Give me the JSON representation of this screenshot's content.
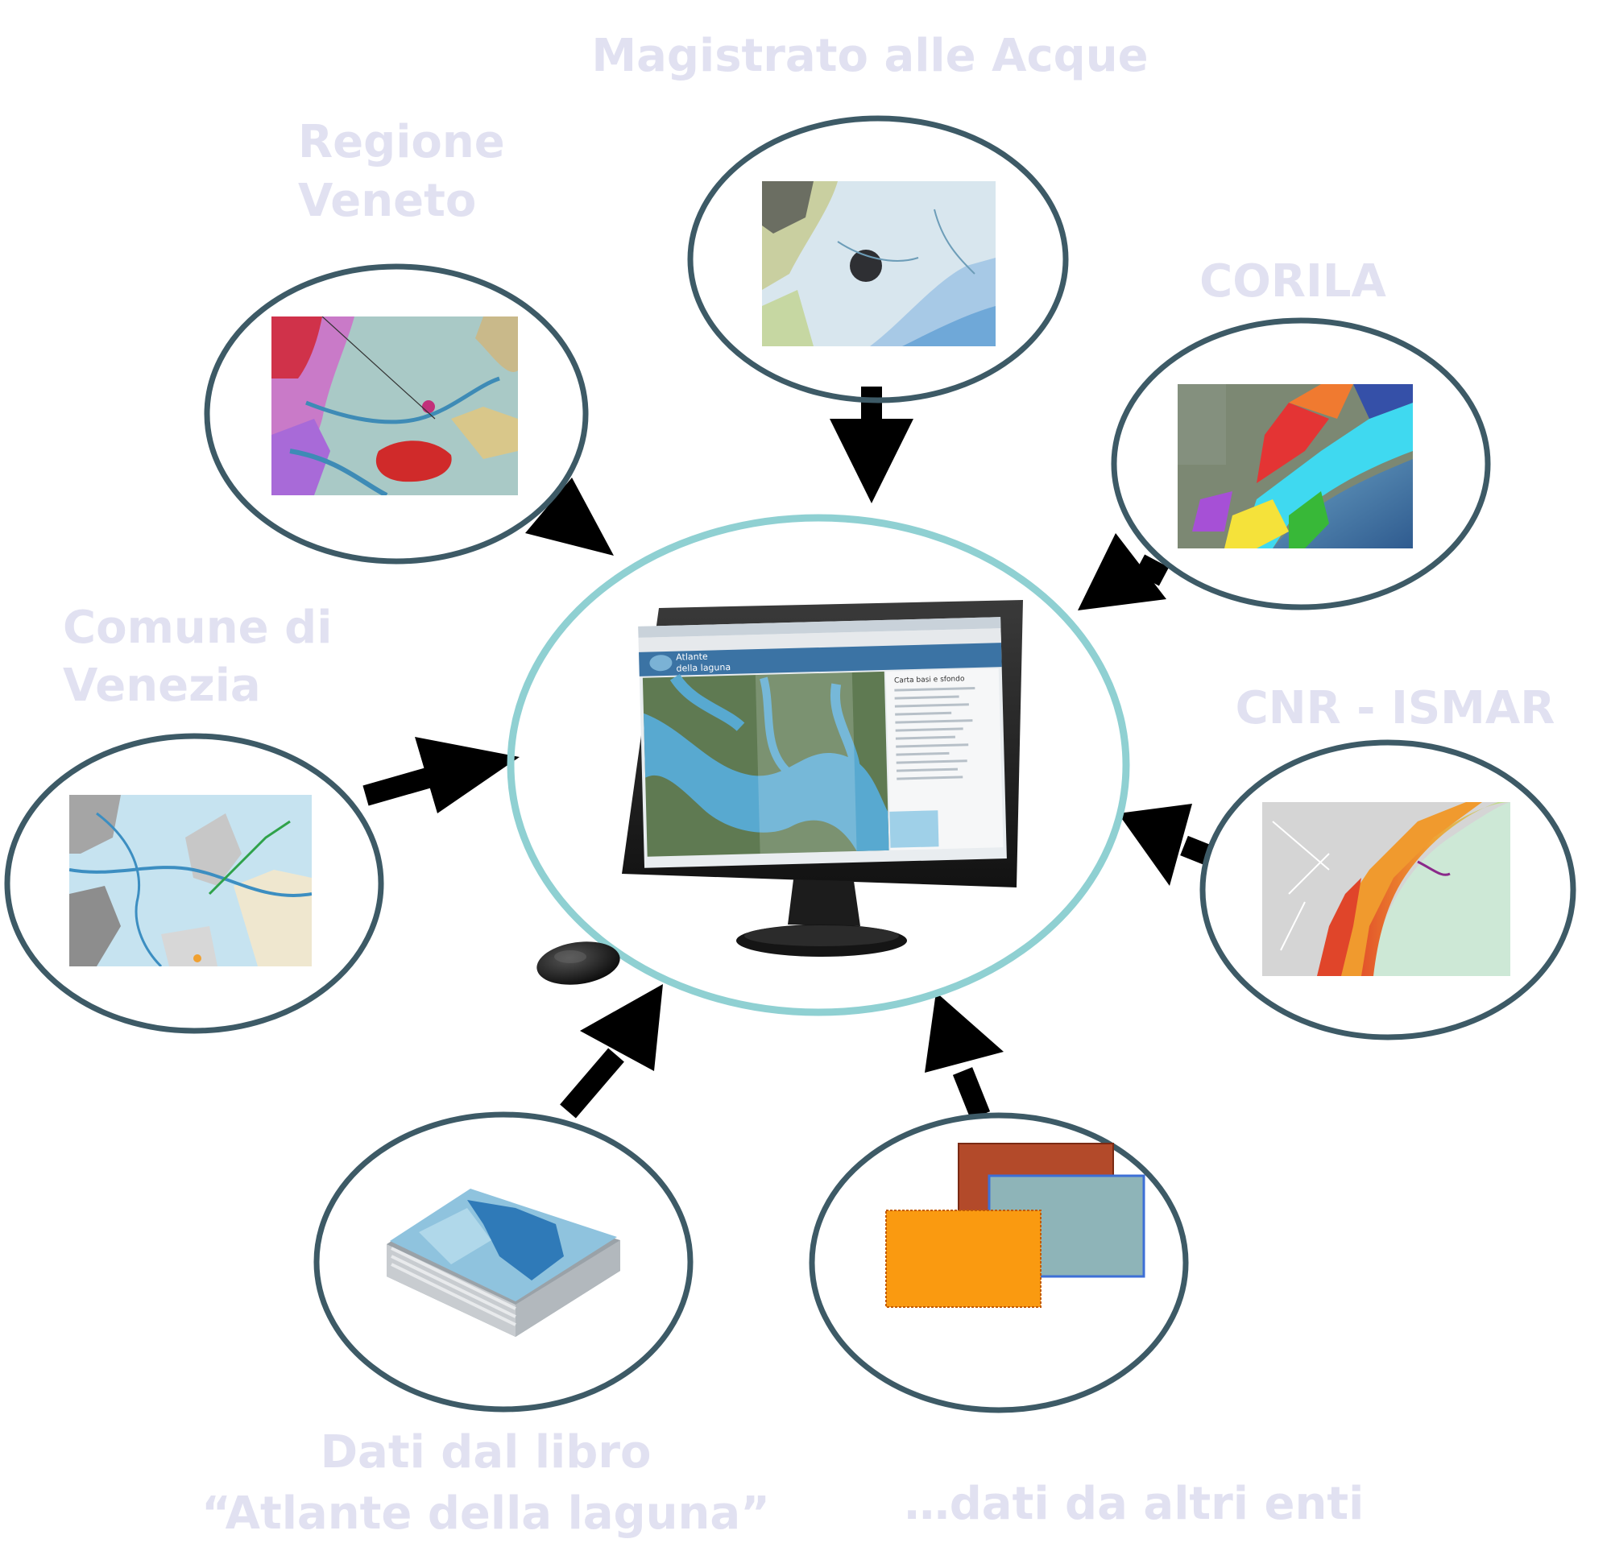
{
  "sources": {
    "magistrato": {
      "label": "Magistrato alle Acque"
    },
    "regione": {
      "line1": "Regione",
      "line2": "Veneto"
    },
    "corila": {
      "label": "CORILA"
    },
    "comune": {
      "line1": "Comune di",
      "line2": "Venezia"
    },
    "cnr": {
      "label": "CNR - ISMAR"
    },
    "libro": {
      "line1": "Dati dal libro",
      "line2": "“Atlante della laguna”"
    },
    "altri": {
      "label": "…dati da altri enti"
    }
  },
  "screen": {
    "app_title_line1": "Atlante",
    "app_title_line2": "della laguna",
    "panel_title": "Carta basi e sfondo"
  },
  "colors": {
    "ring": "#3d5a66",
    "hub_ring": "#8fd0d2",
    "label": "#e1e1f1",
    "arrow": "#000000",
    "water": "#58a9d0"
  }
}
